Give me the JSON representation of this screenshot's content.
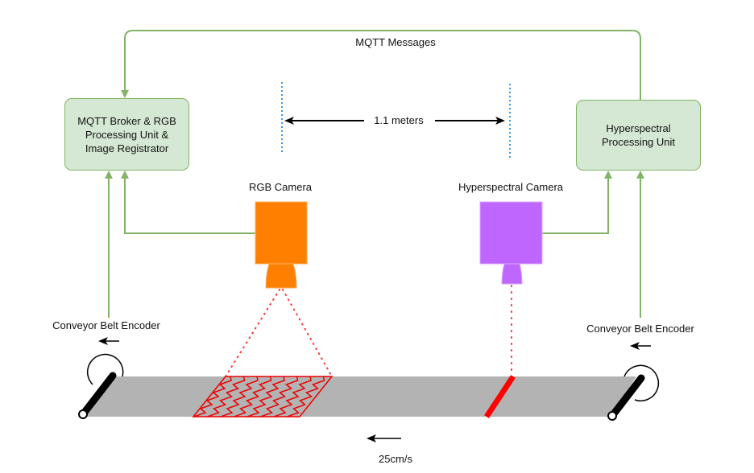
{
  "top_link": {
    "label": "MQTT Messages"
  },
  "left_unit": {
    "label": "MQTT Broker & RGB Processing Unit & Image Registrator"
  },
  "right_unit": {
    "label": "Hyperspectral Processing Unit"
  },
  "distance": {
    "label": "1.1 meters"
  },
  "rgb_camera": {
    "label": "RGB Camera",
    "color": "#ff8000"
  },
  "hyperspectral_camera": {
    "label": "Hyperspectral Camera",
    "color": "#bf66ff"
  },
  "encoder_left": {
    "label": "Conveyor Belt Encoder"
  },
  "encoder_right": {
    "label": "Conveyor Belt Encoder"
  },
  "belt": {
    "speed_label": "25cm/s",
    "color": "#b3b3b3"
  },
  "colors": {
    "connector": "#82b366",
    "box_fill": "#d5e8d4",
    "marker": "#3399ff",
    "scan": "#ff0000"
  }
}
